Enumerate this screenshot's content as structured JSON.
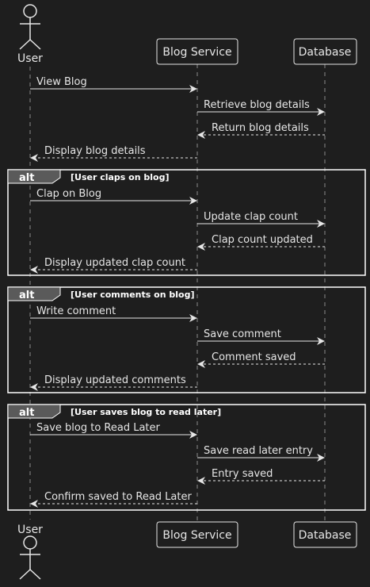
{
  "participants": {
    "user": {
      "label": "User",
      "kind": "actor"
    },
    "blog": {
      "label": "Blog Service",
      "kind": "box"
    },
    "db": {
      "label": "Database",
      "kind": "box"
    }
  },
  "messages": {
    "m1": "View Blog",
    "m2": "Retrieve blog details",
    "m3": "Return blog details",
    "m4": "Display blog details"
  },
  "alt_frames": [
    {
      "keyword": "alt",
      "condition": "[User claps on blog]",
      "messages": [
        "Clap on Blog",
        "Update clap count",
        "Clap count updated",
        "Display updated clap count"
      ]
    },
    {
      "keyword": "alt",
      "condition": "[User comments on blog]",
      "messages": [
        "Write comment",
        "Save comment",
        "Comment saved",
        "Display updated comments"
      ]
    },
    {
      "keyword": "alt",
      "condition": "[User saves blog to read later]",
      "messages": [
        "Save blog to Read Later",
        "Save read later entry",
        "Entry saved",
        "Confirm saved to Read Later"
      ]
    }
  ],
  "colors": {
    "background": "#1e1e1e",
    "stroke": "#e6e6e6",
    "frame": "#ffffff",
    "tab": "#5a5a5a"
  }
}
